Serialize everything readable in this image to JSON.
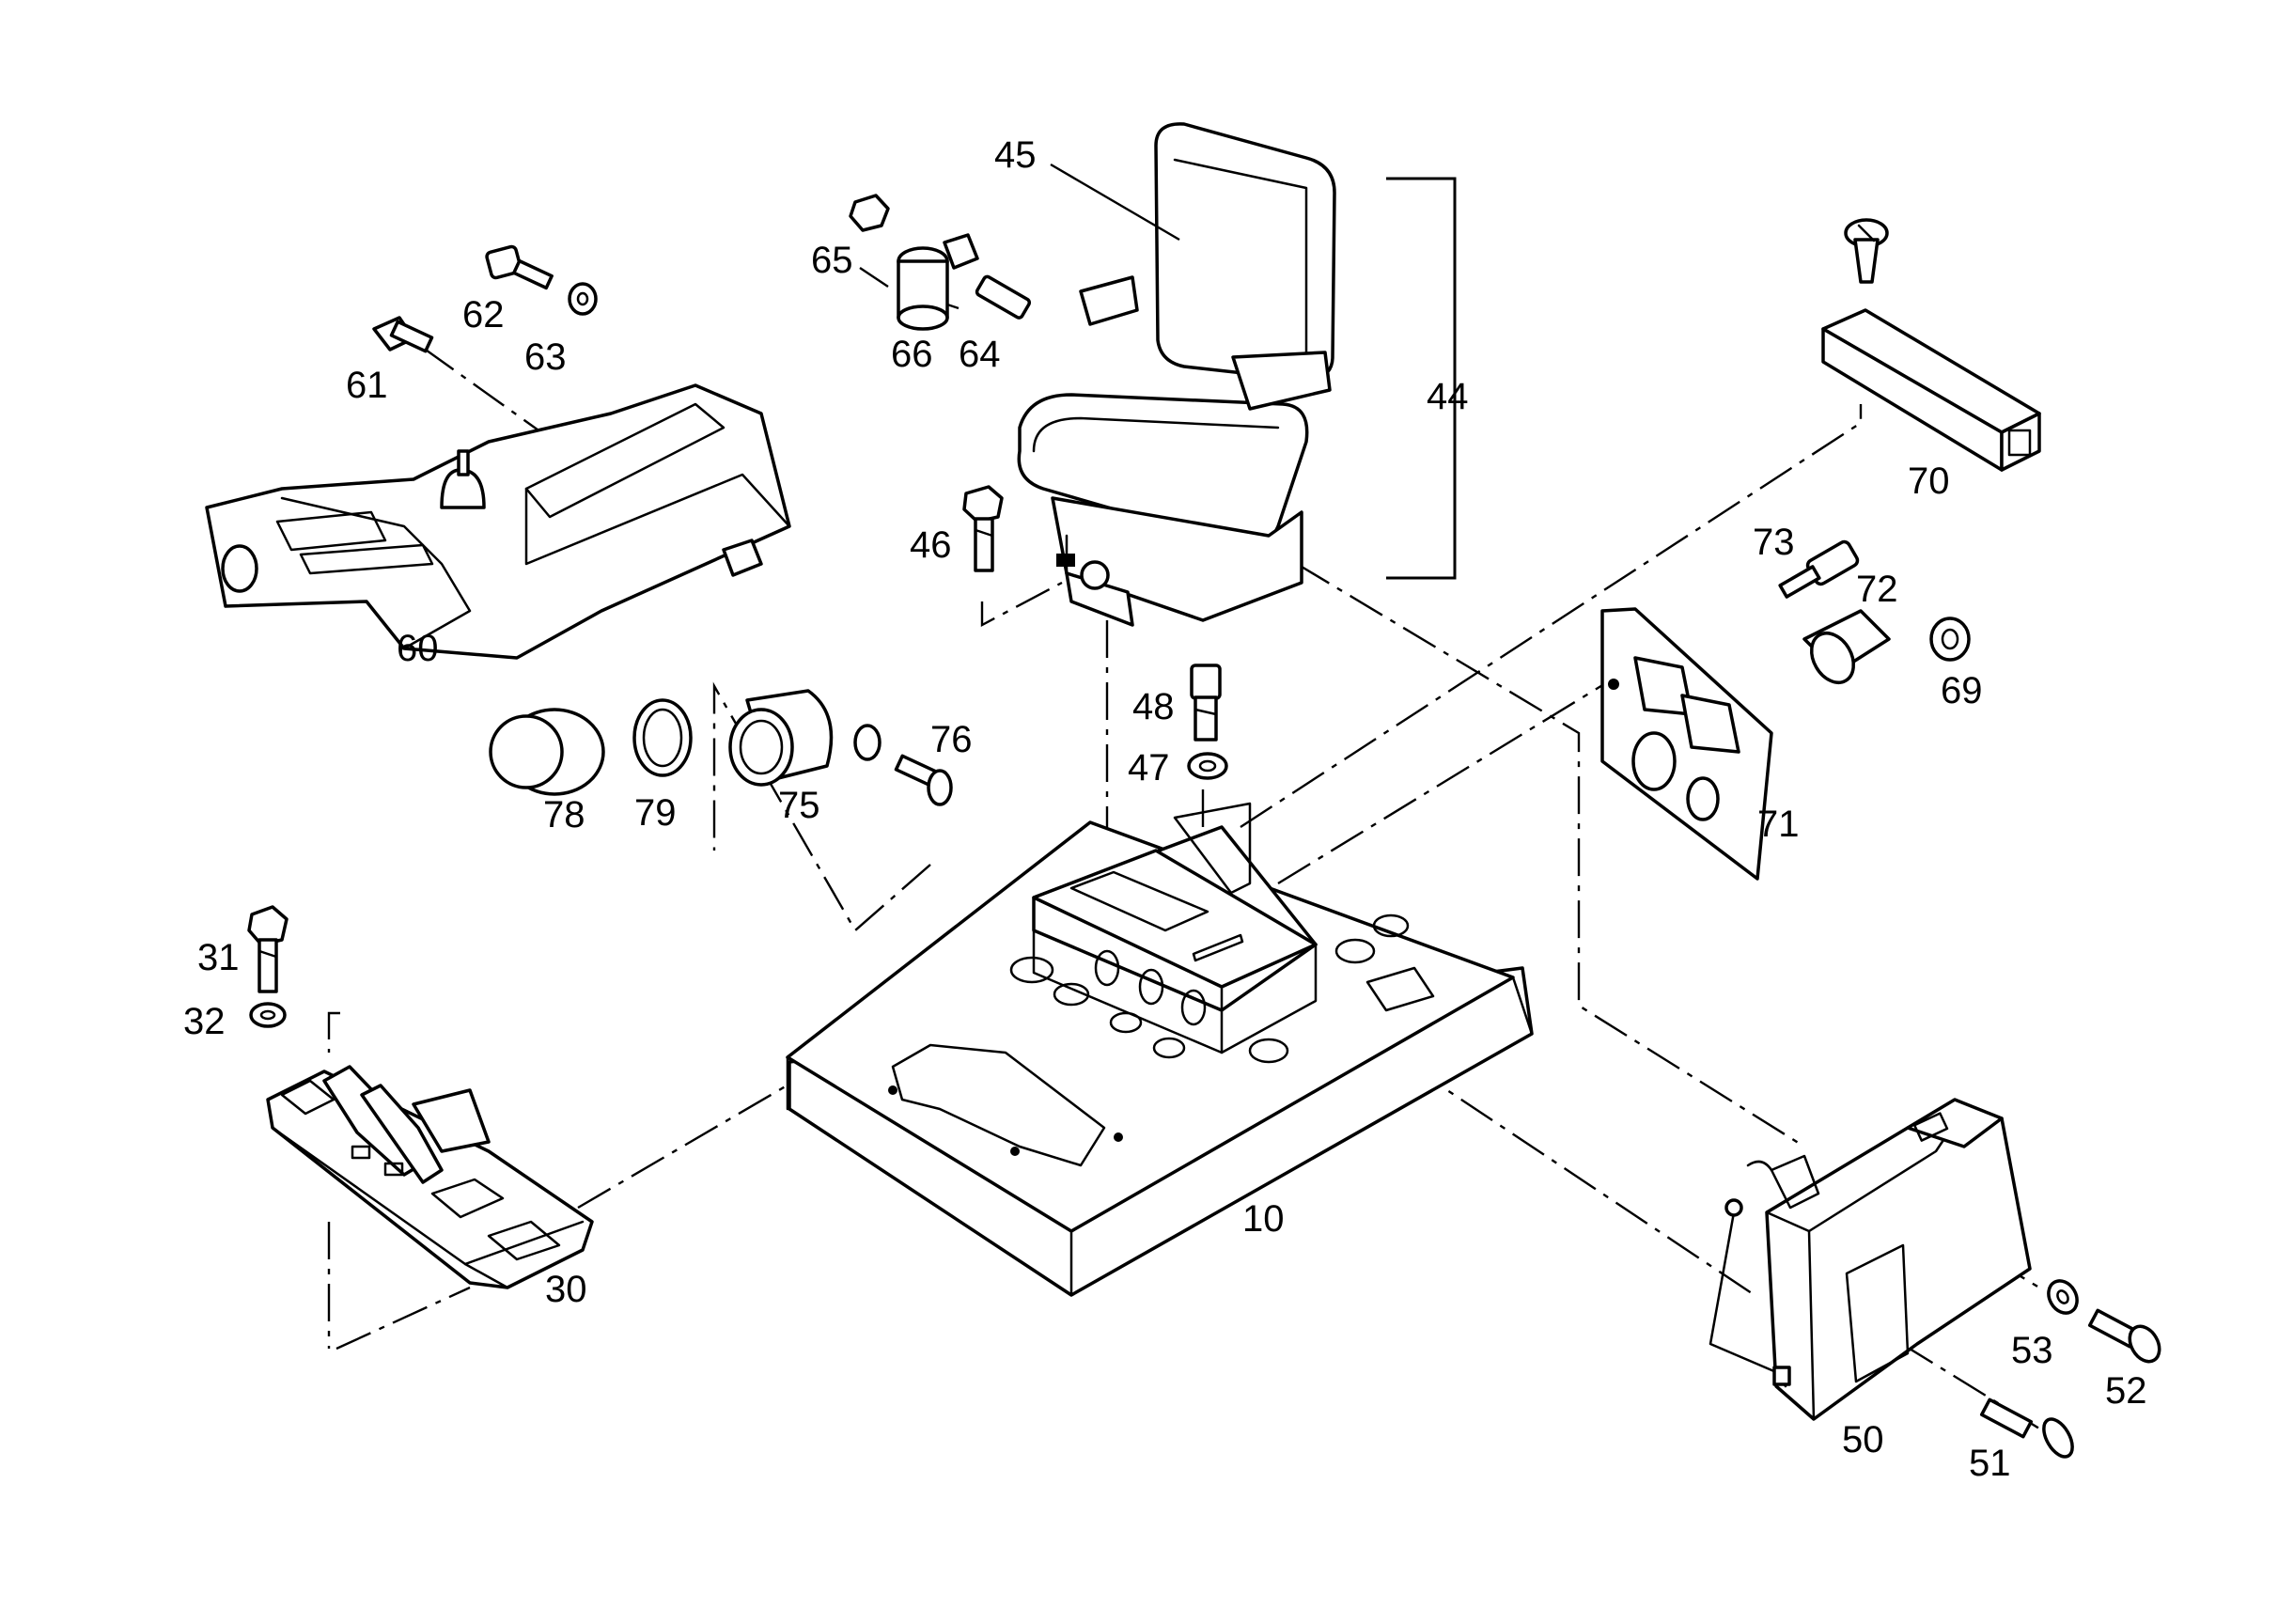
{
  "labels": {
    "l10": "10",
    "l30": "30",
    "l31": "31",
    "l32": "32",
    "l44": "44",
    "l45": "45",
    "l46": "46",
    "l47": "47",
    "l48": "48",
    "l50": "50",
    "l51": "51",
    "l52": "52",
    "l53": "53",
    "l60": "60",
    "l61": "61",
    "l62": "62",
    "l63": "63",
    "l64": "64",
    "l65": "65",
    "l66": "66",
    "l69": "69",
    "l70": "70",
    "l71": "71",
    "l72": "72",
    "l73": "73",
    "l75": "75",
    "l76": "76",
    "l78": "78",
    "l79": "79"
  },
  "colors": {
    "ink": "#000000",
    "paper": "#ffffff"
  }
}
